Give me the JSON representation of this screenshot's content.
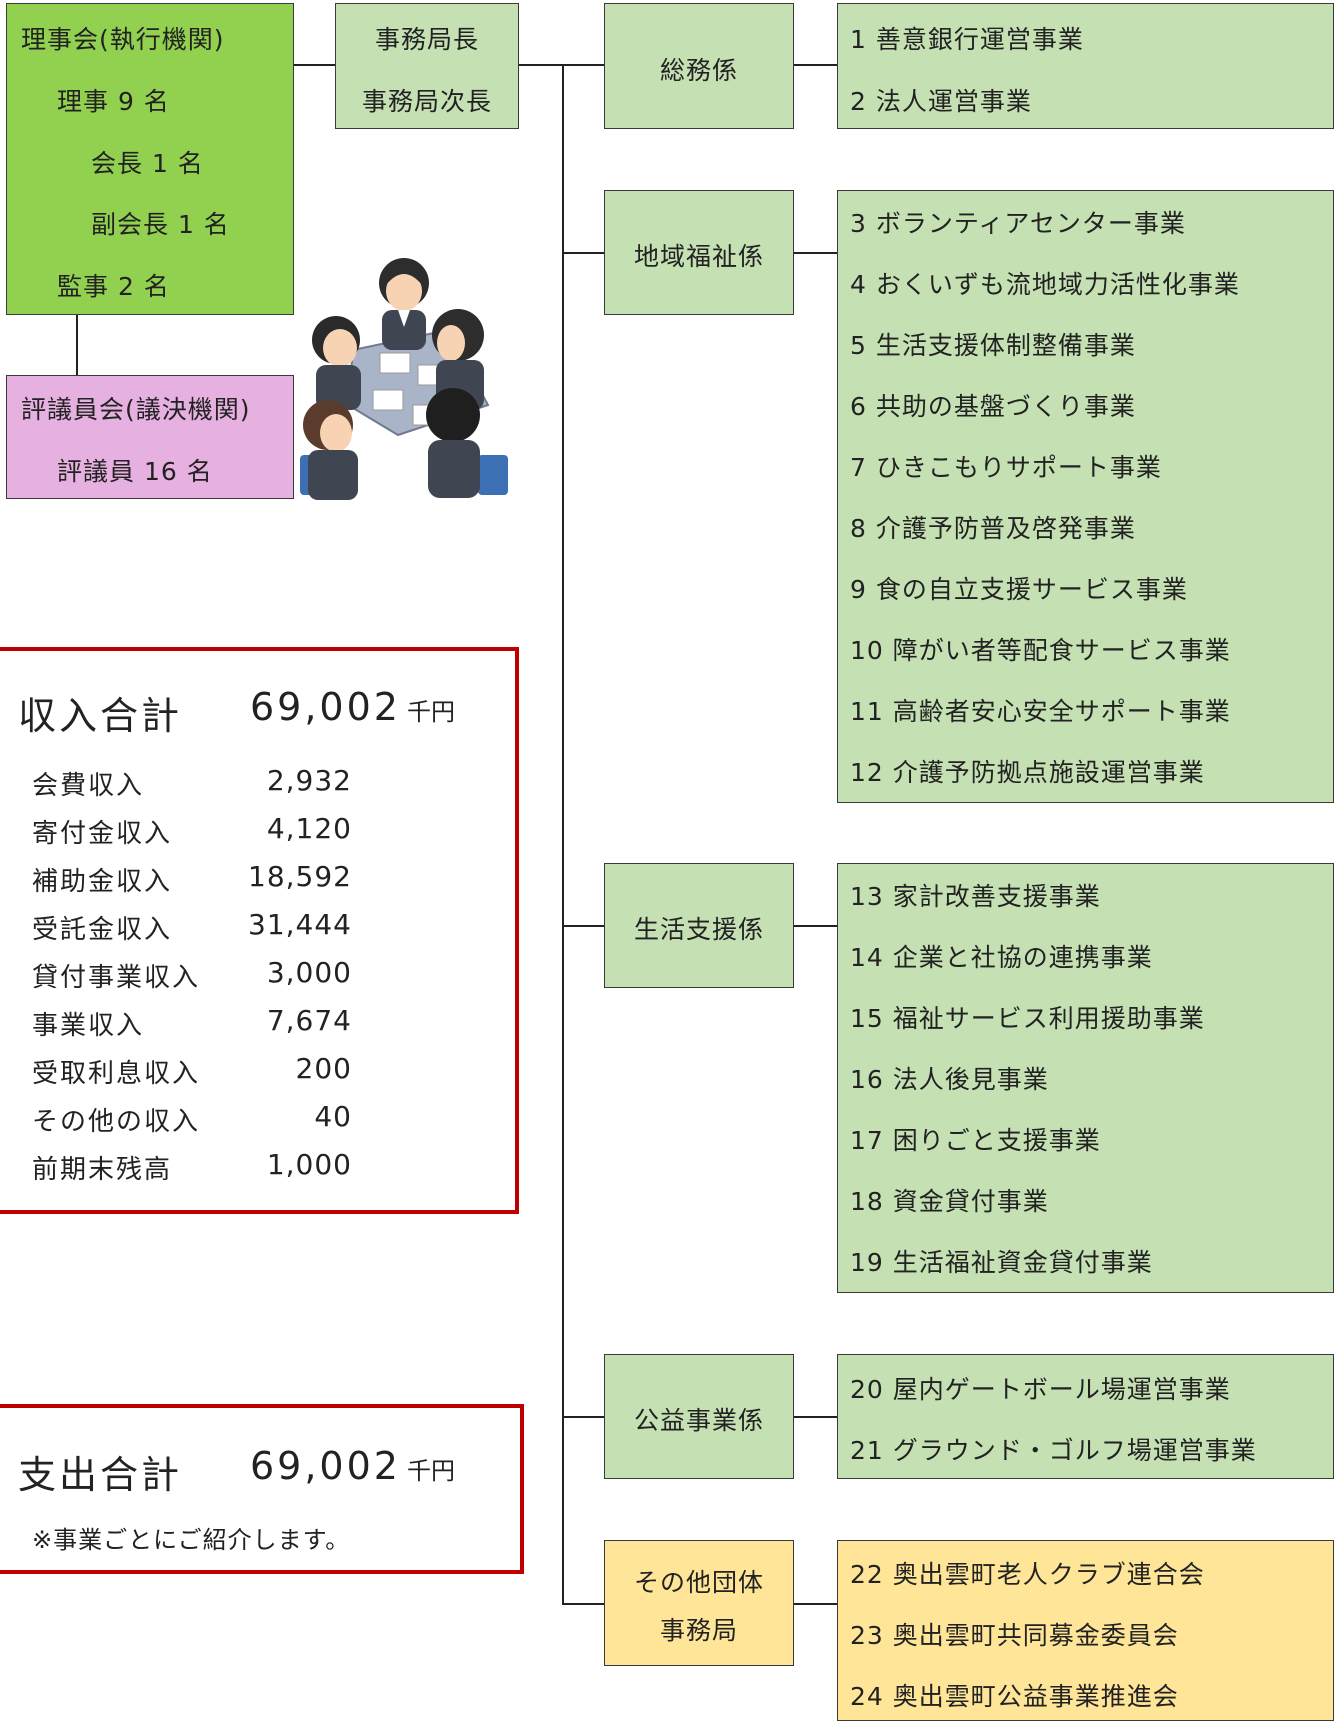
{
  "board": {
    "title": "理事会(執行機関)",
    "lines": [
      "理事 9 名",
      "会長 1 名",
      "副会長 1 名",
      "監事 2 名"
    ]
  },
  "council": {
    "title": "評議員会(議決機関)",
    "line": "評議員 16 名"
  },
  "secretariat": {
    "lines": [
      "事務局長",
      "事務局次長"
    ]
  },
  "sections": [
    {
      "name": "総務係",
      "items": [
        "1 善意銀行運営事業",
        "2 法人運営事業"
      ]
    },
    {
      "name": "地域福祉係",
      "items": [
        "3 ボランティアセンター事業",
        "4 おくいずも流地域力活性化事業",
        "5 生活支援体制整備事業",
        "6 共助の基盤づくり事業",
        "7 ひきこもりサポート事業",
        "8 介護予防普及啓発事業",
        "9 食の自立支援サービス事業",
        "10 障がい者等配食サービス事業",
        "11 高齢者安心安全サポート事業",
        "12 介護予防拠点施設運営事業"
      ]
    },
    {
      "name": "生活支援係",
      "items": [
        "13 家計改善支援事業",
        "14 企業と社協の連携事業",
        "15 福祉サービス利用援助事業",
        "16 法人後見事業",
        "17 困りごと支援事業",
        "18 資金貸付事業",
        "19 生活福祉資金貸付事業"
      ]
    },
    {
      "name": "公益事業係",
      "items": [
        "20 屋内ゲートボール場運営事業",
        "21 グラウンド・ゴルフ場運営事業"
      ]
    },
    {
      "name_lines": [
        "その他団体",
        "事務局"
      ],
      "items": [
        "22 奥出雲町老人クラブ連合会",
        "23 奥出雲町共同募金委員会",
        "24 奥出雲町公益事業推進会"
      ]
    }
  ],
  "income": {
    "title": "収入合計",
    "total": "69,002",
    "unit": "千円",
    "rows": [
      {
        "label": "会費収入",
        "value": "2,932"
      },
      {
        "label": "寄付金収入",
        "value": "4,120"
      },
      {
        "label": "補助金収入",
        "value": "18,592"
      },
      {
        "label": "受託金収入",
        "value": "31,444"
      },
      {
        "label": "貸付事業収入",
        "value": "3,000"
      },
      {
        "label": "事業収入",
        "value": "7,674"
      },
      {
        "label": "受取利息収入",
        "value": "200"
      },
      {
        "label": "その他の収入",
        "value": "40"
      },
      {
        "label": "前期末残高",
        "value": "1,000"
      }
    ]
  },
  "expense": {
    "title": "支出合計",
    "total": "69,002",
    "unit": "千円",
    "note": "※事業ごとにご紹介します。"
  },
  "colors": {
    "green": "#c5e0b3",
    "bright_green": "#92d050",
    "pink": "#e6b0e0",
    "yellow": "#ffe598",
    "red_frame": "#c00000"
  },
  "illustration": "meeting-people-icon"
}
